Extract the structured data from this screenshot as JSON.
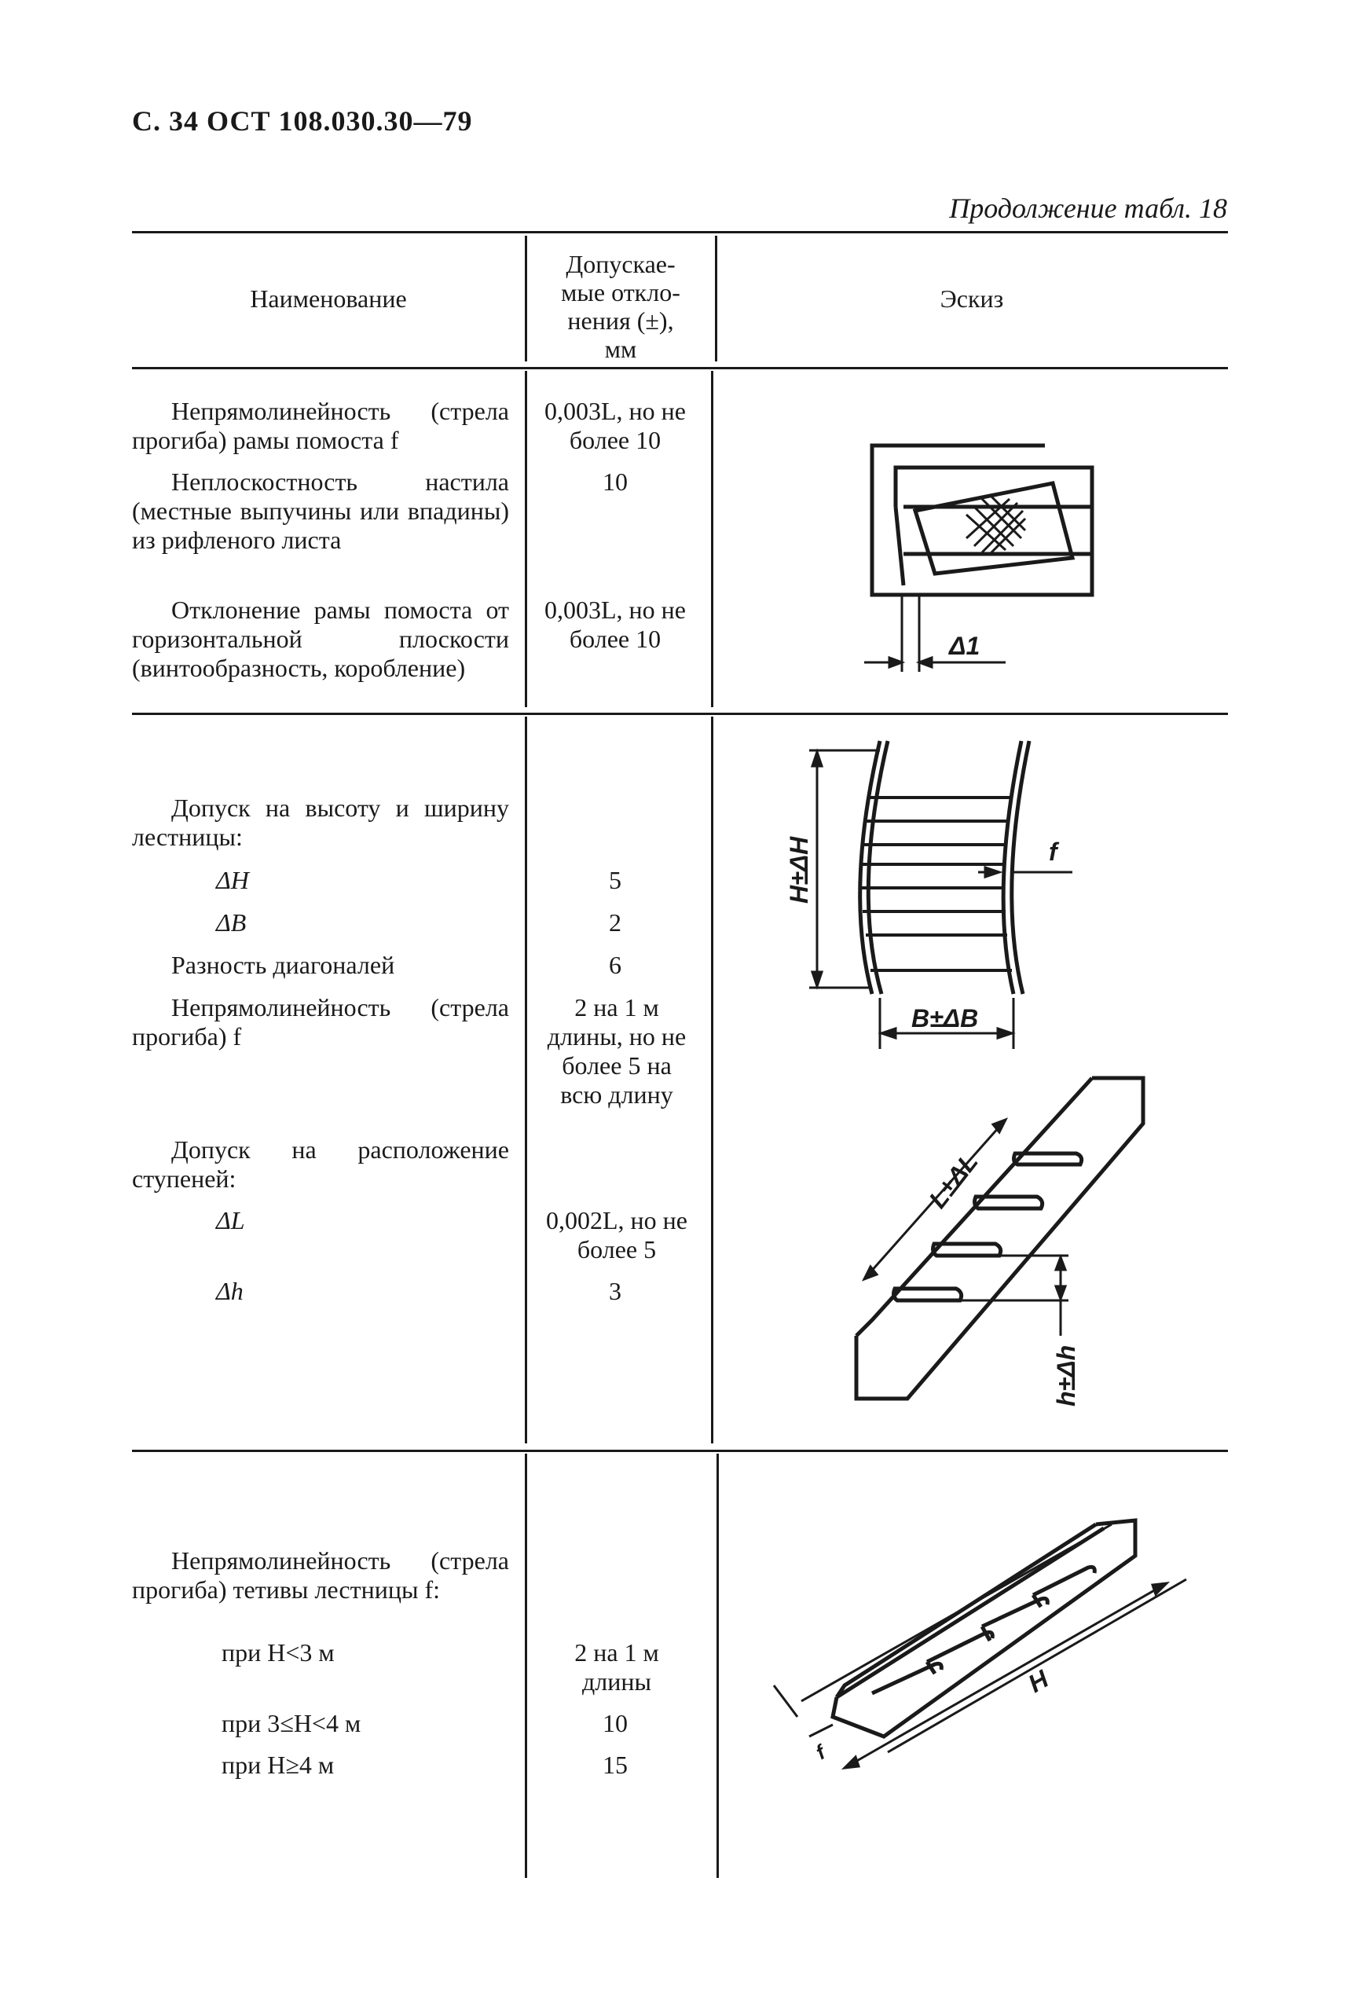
{
  "header": {
    "page_ref": "С. 34 ОСТ 108.030.30—79"
  },
  "caption": "Продолжение табл. 18",
  "table_head": {
    "col1": "Наименование",
    "col2": [
      "Допускае-",
      "мые откло-",
      "нения (±),",
      "мм"
    ],
    "col3": "Эскиз"
  },
  "section1": {
    "rows": [
      {
        "name": "Непрямолинейность (стрела прогиба) рамы помоста f",
        "value": "0,003L, но не более 10"
      },
      {
        "name": "Неплоскостность настила (местные выпучины или впадины) из рифленого листа",
        "value": "10"
      },
      {
        "name": "Отклонение рамы помоста от горизонтальной плоскости (винтообразность, коробление)",
        "value": "0,003L, но не более 10"
      }
    ],
    "sketch_label": "Δ1"
  },
  "section2": {
    "intro1": "Допуск на высоту и ширину лестницы:",
    "rows": [
      {
        "name": "ΔH",
        "value": "5"
      },
      {
        "name": "ΔB",
        "value": "2"
      },
      {
        "name": "Разность диагоналей",
        "value": "6"
      },
      {
        "name": "Непрямолинейность (стрела прогиба) f",
        "value": "2 на 1 м длины, но не более 5 на всю длину"
      }
    ],
    "intro2": "Допуск на расположение ступеней:",
    "rows2": [
      {
        "name": "ΔL",
        "value": "0,002L, но не более 5"
      },
      {
        "name": "Δh",
        "value": "3"
      }
    ],
    "sketch_labels": {
      "height": "H±ΔH",
      "width": "B±ΔB",
      "deflection": "f",
      "length": "L±ΔL",
      "step": "h±Δh"
    }
  },
  "section3": {
    "intro": "Непрямолинейность (стрела прогиба) тетивы лестницы f:",
    "rows": [
      {
        "name": "при H<3 м",
        "value": "2 на 1 м длины"
      },
      {
        "name": "при 3≤H<4 м",
        "value": "10"
      },
      {
        "name": "при H≥4 м",
        "value": "15"
      }
    ],
    "sketch_labels": {
      "height": "H",
      "deflection": "f"
    }
  }
}
